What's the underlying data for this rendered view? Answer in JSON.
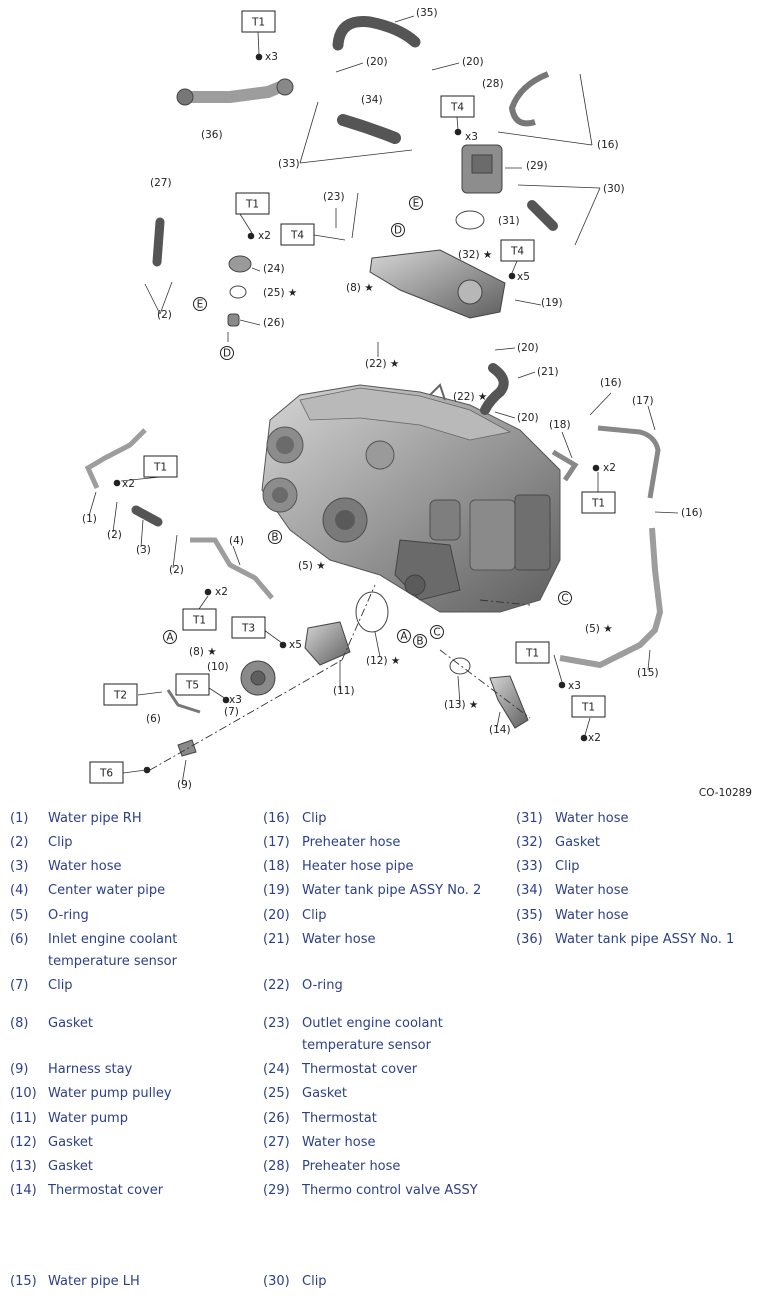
{
  "diagram": {
    "figure_code": "CO-10289",
    "torque_boxes": [
      "T1",
      "T1",
      "T4",
      "T4",
      "T4",
      "T1",
      "T1",
      "T1",
      "T3",
      "T5",
      "T2",
      "T6",
      "T1",
      "T1"
    ],
    "callouts": [
      "(35)",
      "(20)",
      "(20)",
      "(28)",
      "(36)",
      "(34)",
      "(16)",
      "(33)",
      "(29)",
      "(30)",
      "(27)",
      "(23)",
      "(31)",
      "(24)",
      "(32) ★",
      "(25) ★",
      "(8) ★",
      "(19)",
      "(26)",
      "(2)",
      "(22) ★",
      "(20)",
      "(21)",
      "(16)",
      "(17)",
      "(22) ★",
      "(20)",
      "(18)",
      "(1)",
      "(2)",
      "(3)",
      "(4)",
      "(2)",
      "(5) ★",
      "(16)",
      "(8) ★",
      "(10)",
      "(5) ★",
      "(12) ★",
      "(11)",
      "(15)",
      "(6)",
      "(7)",
      "(13) ★",
      "(14)",
      "(9)"
    ],
    "multipliers": [
      "x3",
      "x3",
      "x2",
      "x5",
      "x2",
      "x2",
      "x2",
      "x5",
      "x3",
      "x3",
      "x2"
    ],
    "connector_letters": [
      "E",
      "D",
      "E",
      "D",
      "B",
      "A",
      "B",
      "C",
      "C",
      "A"
    ]
  },
  "legend": [
    {
      "num": "(1)",
      "name": "Water pipe RH"
    },
    {
      "num": "(2)",
      "name": "Clip"
    },
    {
      "num": "(3)",
      "name": "Water hose"
    },
    {
      "num": "(4)",
      "name": "Center water pipe"
    },
    {
      "num": "(5)",
      "name": "O-ring"
    },
    {
      "num": "(6)",
      "name": "Inlet engine coolant",
      "name2": "temperature sensor"
    },
    {
      "num": "(7)",
      "name": "Clip"
    },
    {
      "num": "(8)",
      "name": "Gasket"
    },
    {
      "num": "(9)",
      "name": "Harness stay"
    },
    {
      "num": "(10)",
      "name": "Water pump pulley"
    },
    {
      "num": "(11)",
      "name": "Water pump"
    },
    {
      "num": "(12)",
      "name": "Gasket"
    },
    {
      "num": "(13)",
      "name": "Gasket"
    },
    {
      "num": "(14)",
      "name": "Thermostat cover"
    },
    {
      "num": "(15)",
      "name": "Water pipe LH"
    },
    {
      "num": "(16)",
      "name": "Clip"
    },
    {
      "num": "(17)",
      "name": "Preheater hose"
    },
    {
      "num": "(18)",
      "name": "Heater hose pipe"
    },
    {
      "num": "(19)",
      "name": "Water tank pipe ASSY No. 2"
    },
    {
      "num": "(20)",
      "name": "Clip"
    },
    {
      "num": "(21)",
      "name": "Water hose"
    },
    {
      "num": "(22)",
      "name": "O-ring"
    },
    {
      "num": "(23)",
      "name": "Outlet engine coolant",
      "name2": "temperature sensor"
    },
    {
      "num": "(24)",
      "name": "Thermostat cover"
    },
    {
      "num": "(25)",
      "name": "Gasket"
    },
    {
      "num": "(26)",
      "name": "Thermostat"
    },
    {
      "num": "(27)",
      "name": "Water hose"
    },
    {
      "num": "(28)",
      "name": "Preheater hose"
    },
    {
      "num": "(29)",
      "name": "Thermo control valve ASSY"
    },
    {
      "num": "(30)",
      "name": "Clip"
    },
    {
      "num": "(31)",
      "name": "Water hose"
    },
    {
      "num": "(32)",
      "name": "Gasket"
    },
    {
      "num": "(33)",
      "name": "Clip"
    },
    {
      "num": "(34)",
      "name": "Water hose"
    },
    {
      "num": "(35)",
      "name": "Water hose"
    },
    {
      "num": "(36)",
      "name": "Water tank pipe ASSY No. 1"
    }
  ]
}
